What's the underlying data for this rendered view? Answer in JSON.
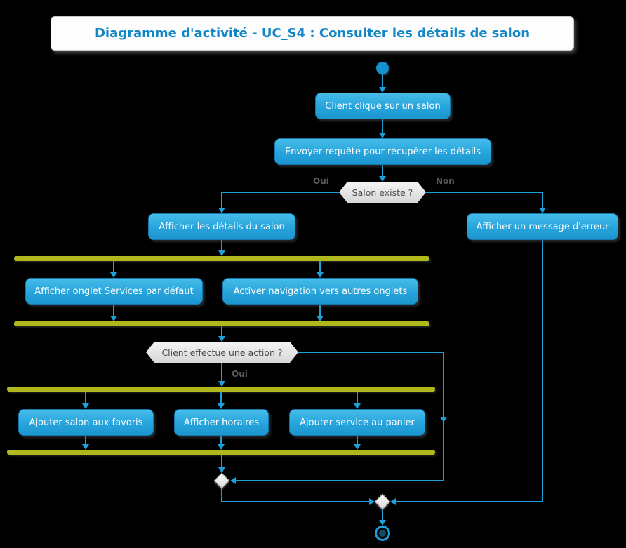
{
  "title": "Diagramme d'activité - UC_S4 : Consulter les détails de salon",
  "activities": {
    "click_salon": "Client clique sur un salon",
    "send_request": "Envoyer requête pour récupérer les détails",
    "show_details": "Afficher les détails du salon",
    "show_error": "Afficher un message d'erreur",
    "services_tab": "Afficher onglet Services par défaut",
    "enable_nav": "Activer navigation vers autres onglets",
    "add_favorites": "Ajouter salon aux favoris",
    "show_hours": "Afficher horaires",
    "add_to_cart": "Ajouter service au panier"
  },
  "decisions": {
    "salon_exists": "Salon existe ?",
    "client_action": "Client effectue une action ?"
  },
  "edge_labels": {
    "oui_exists": "Oui",
    "non_exists": "Non",
    "oui_action": "Oui"
  },
  "colors": {
    "line": "#1f9fd9",
    "fork_bar": "#b1b81c",
    "activity_fill": "#29a9e0",
    "decision_fill": "#e9e9e9",
    "title_text": "#1287c8",
    "background": "#000000"
  }
}
